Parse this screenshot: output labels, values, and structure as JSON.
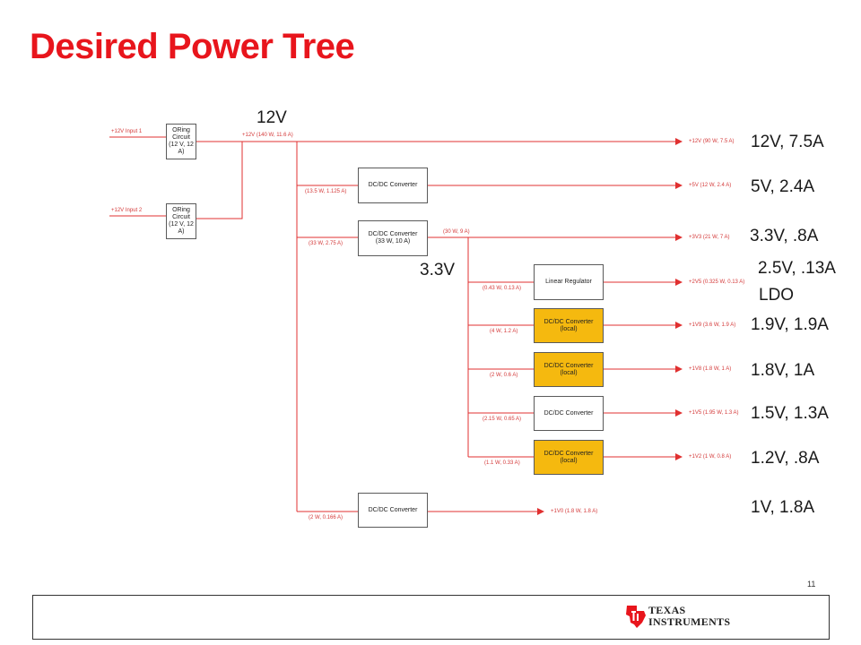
{
  "slide": {
    "title": "Desired Power Tree",
    "page_number": "11",
    "colors": {
      "title": "#e8151c",
      "wire": "#e03030",
      "local_box": "#f5b90f"
    }
  },
  "annotations": {
    "bus_12v": "12V",
    "bus_3v3": "3.3V",
    "out_12v": "12V, 7.5A",
    "out_5v": "5V, 2.4A",
    "out_3v3": "3.3V, .8A",
    "out_2v5": "2.5V, .13A",
    "out_2v5_ldo": "LDO",
    "out_1v9": "1.9V, 1.9A",
    "out_1v8": "1.8V, 1A",
    "out_1v5": "1.5V, 1.3A",
    "out_1v2": "1.2V, .8A",
    "out_1v0": "1V, 1.8A"
  },
  "diagram": {
    "inputs": {
      "in1": "+12V Input 1",
      "in2": "+12V Input 2"
    },
    "boxes": {
      "oring1": [
        "ORing Circuit",
        "(12 V, 12 A)"
      ],
      "oring2": [
        "ORing Circuit",
        "(12 V, 12 A)"
      ],
      "dcdc_5v": [
        "DC/DC Converter"
      ],
      "dcdc_3v3": [
        "DC/DC Converter",
        "(33 W, 10 A)"
      ],
      "linreg": [
        "Linear Regulator"
      ],
      "dcdc_1v9": [
        "DC/DC Converter",
        "(local)"
      ],
      "dcdc_1v8": [
        "DC/DC Converter",
        "(local)"
      ],
      "dcdc_1v5": [
        "DC/DC Converter"
      ],
      "dcdc_1v2": [
        "DC/DC Converter",
        "(local)"
      ],
      "dcdc_1v0": [
        "DC/DC Converter"
      ]
    },
    "wire_labels": {
      "bus12": "+12V (140 W, 11.6 A)",
      "to_5v": "(13.5 W, 1.125 A)",
      "to_3v3": "(33 W, 2.75 A)",
      "bus3v3": "(30 W, 9 A)",
      "to_lin": "(0.43 W, 0.13 A)",
      "to_1v9": "(4 W, 1.2 A)",
      "to_1v8": "(2 W, 0.6 A)",
      "to_1v5": "(2.15 W, 0.65 A)",
      "to_1v2": "(1.1 W, 0.33 A)",
      "to_1v0": "(2 W, 0.166 A)"
    },
    "outputs": {
      "o12": "+12V (90 W, 7.5 A)",
      "o5": "+5V (12 W, 2.4 A)",
      "o3v3": "+3V3 (21 W, 7 A)",
      "o2v5": "+2V5 (0.325 W, 0.13 A)",
      "o1v9": "+1V9 (3.6 W, 1.9 A)",
      "o1v8": "+1V8 (1.8 W, 1 A)",
      "o1v5": "+1V5 (1.95 W, 1.3 A)",
      "o1v2": "+1V2 (1 W, 0.8 A)",
      "o1v0": "+1V0 (1.8 W, 1.8 A)"
    }
  },
  "footer": {
    "logo_line1": "TEXAS",
    "logo_line2": "INSTRUMENTS"
  }
}
